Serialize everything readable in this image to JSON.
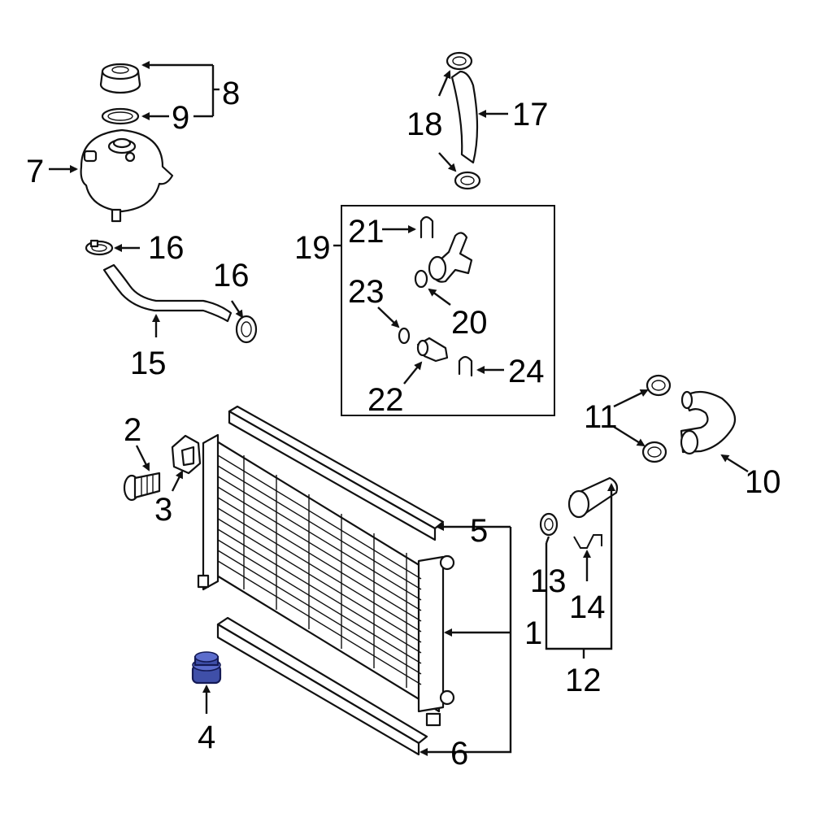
{
  "callouts": {
    "c1": "1",
    "c2": "2",
    "c3": "3",
    "c4": "4",
    "c5": "5",
    "c6": "6",
    "c7": "7",
    "c8": "8",
    "c9": "9",
    "c10": "10",
    "c11": "11",
    "c12": "12",
    "c13": "13",
    "c14": "14",
    "c15": "15",
    "c16a": "16",
    "c16b": "16",
    "c17": "17",
    "c18": "18",
    "c19": "19",
    "c20": "20",
    "c21": "21",
    "c22": "22",
    "c23": "23",
    "c24": "24"
  },
  "highlight_color": "#3f4fa8",
  "highlighted_part": "4"
}
